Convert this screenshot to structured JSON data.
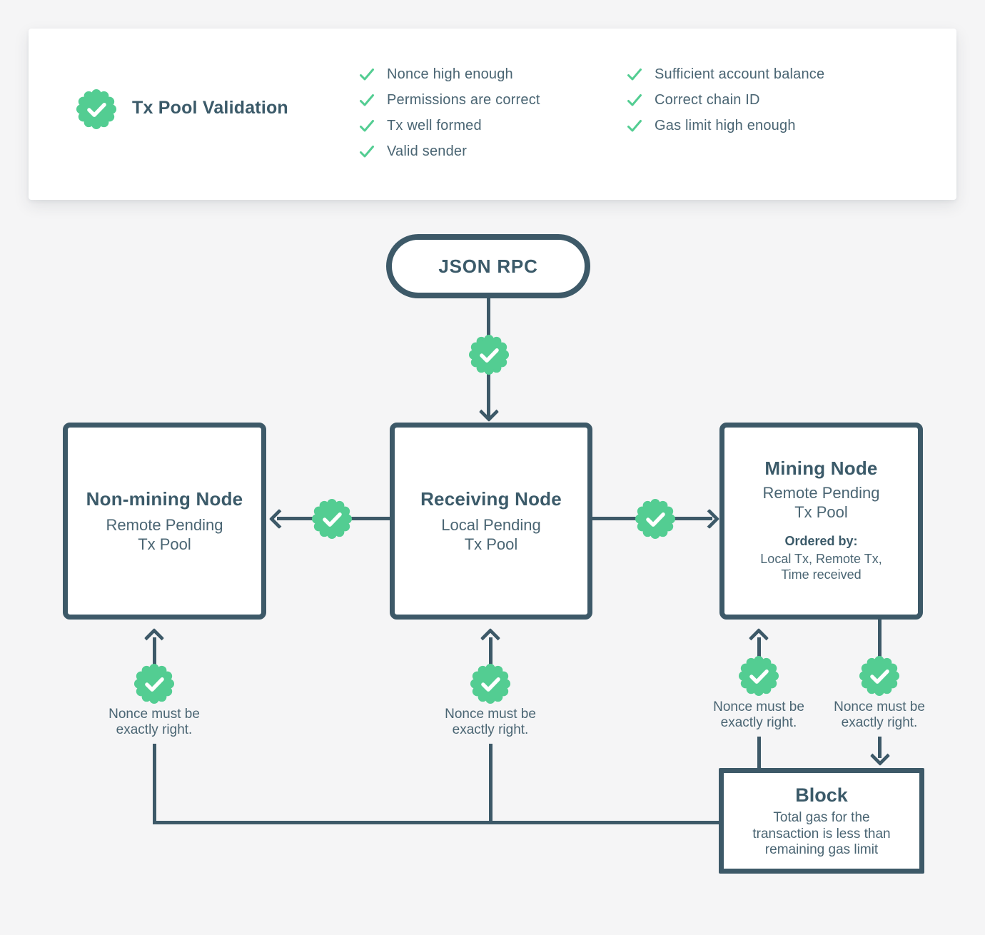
{
  "colors": {
    "background": "#f5f5f6",
    "card": "#ffffff",
    "slate_border": "#3d5968",
    "title_text": "#3b5a69",
    "body_text": "#4a6573",
    "accent_green": "#53cd92"
  },
  "legend": {
    "title": "Tx Pool Validation",
    "checks_left": [
      "Nonce high enough",
      "Permissions are correct",
      "Tx well formed",
      "Valid sender"
    ],
    "checks_right": [
      "Sufficient account balance",
      "Correct chain ID",
      "Gas limit high enough"
    ]
  },
  "nodes": {
    "json_rpc": {
      "label": "JSON RPC"
    },
    "non_mining": {
      "title": "Non-mining Node",
      "subtitle": "Remote Pending\nTx Pool"
    },
    "receiving": {
      "title": "Receiving Node",
      "subtitle": "Local Pending\nTx Pool"
    },
    "mining": {
      "title": "Mining Node",
      "subtitle": "Remote Pending\nTx Pool",
      "ordered_by_label": "Ordered by:",
      "ordered_by_value": "Local Tx, Remote Tx,\nTime received"
    },
    "block": {
      "title": "Block",
      "body": "Total gas for the\ntransaction is less than\nremaining gas limit"
    }
  },
  "connectors": {
    "nonce_note": "Nonce must be\nexactly right."
  }
}
